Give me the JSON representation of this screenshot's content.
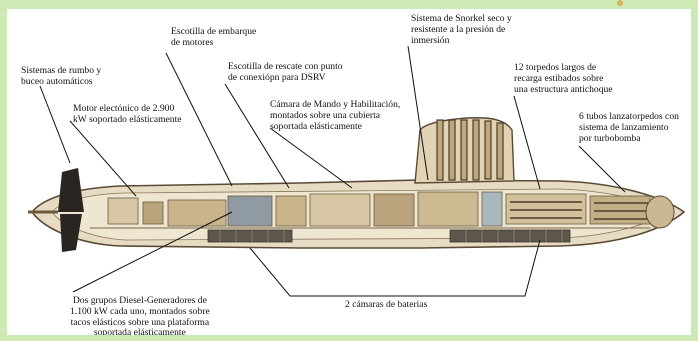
{
  "labels": {
    "steering": "Sistemas de rumbo y\nbuceo automáticos",
    "motor": "Motor electónico de 2.900\nkW soportado elásticamente",
    "hatch_engines": "Escotilla de embarque\nde motores",
    "rescue_hatch": "Escotilla de rescate con punto\nde conexiópn para DSRV",
    "command": "Cámara de Mando y Habilitación,\nmontados sobre una cubierta\nsoportada elásticamente",
    "snorkel": "Sistema de Snorkel seco y\nresistente a la presión de\ninmersión",
    "torpedoes": "12 torpedos largos de\nrecarga estibados sobre\nuna estructura antichoque",
    "tubes": "6 tubos lanzatorpedos con\nsistema de lanzamiento\npor turbobomba",
    "diesel": "Dos grupos Diesel-Generadores de\n1.100 kW cada uno, montados sobre\ntacos elásticos sobre una plataforma\nsoportada elásticamente",
    "batteries": "2 cámaras de baterias"
  },
  "colors": {
    "frame": "#cfe9b4",
    "hull_fill": "#e7dcc3",
    "hull_dark": "#5a4a35",
    "interior": "#d8c7a4",
    "rudder": "#2a2520"
  }
}
